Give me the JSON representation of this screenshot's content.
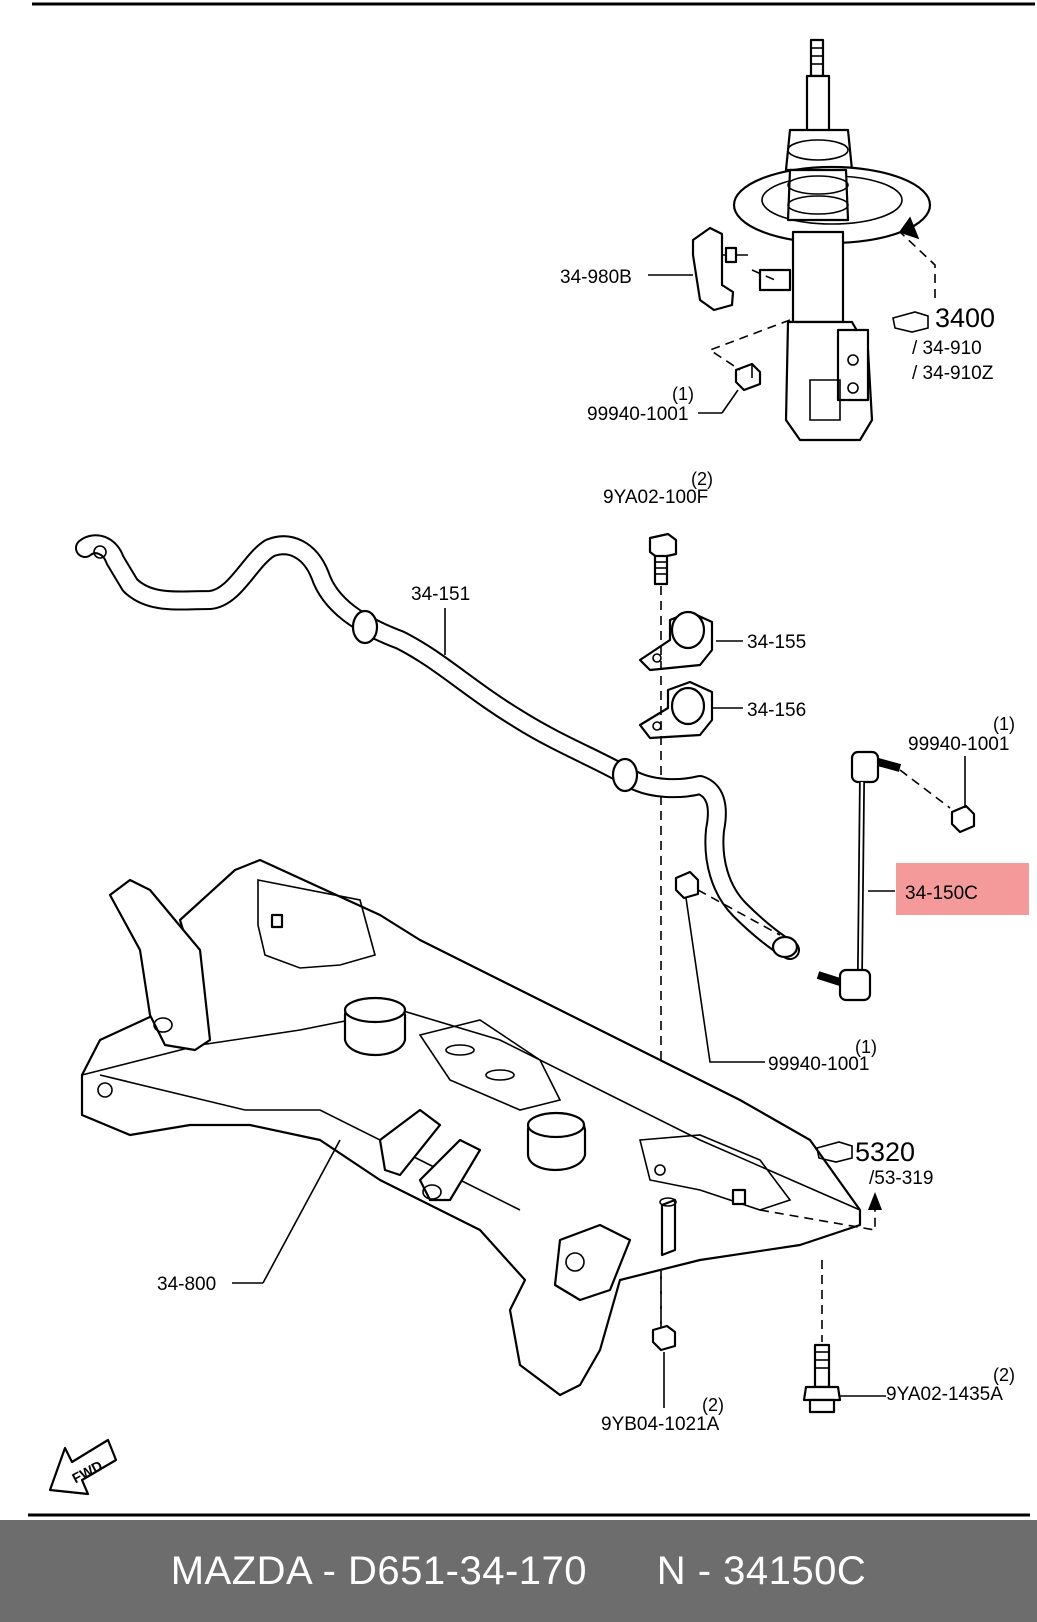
{
  "labels": {
    "part_34_980b": "34-980B",
    "part_3400": "3400",
    "part_34_910": "/ 34-910",
    "part_34_910z": "/ 34-910Z",
    "part_99940_top": "99940-1001",
    "qty_99940_top": "(1)",
    "part_9ya02_100f": "9YA02-100F",
    "qty_9ya02_100f": "(2)",
    "part_34_151": "34-151",
    "part_34_155": "34-155",
    "part_34_156": "34-156",
    "part_99940_right": "99940-1001",
    "qty_99940_right": "(1)",
    "part_34_150c": "34-150C",
    "part_99940_mid": "99940-1001",
    "qty_99940_mid": "(1)",
    "part_5320": "5320",
    "part_53_319": "/53-319",
    "part_34_800": "34-800",
    "part_9yb04": "9YB04-1021A",
    "qty_9yb04": "(2)",
    "part_9ya02_1435a": "9YA02-1435A",
    "qty_9ya02_1435a": "(2)",
    "fwd": "FWD"
  },
  "highlight_color": "#f59a9a",
  "footer": {
    "text": "MAZDA - D651-34-170      N - 34150C"
  }
}
